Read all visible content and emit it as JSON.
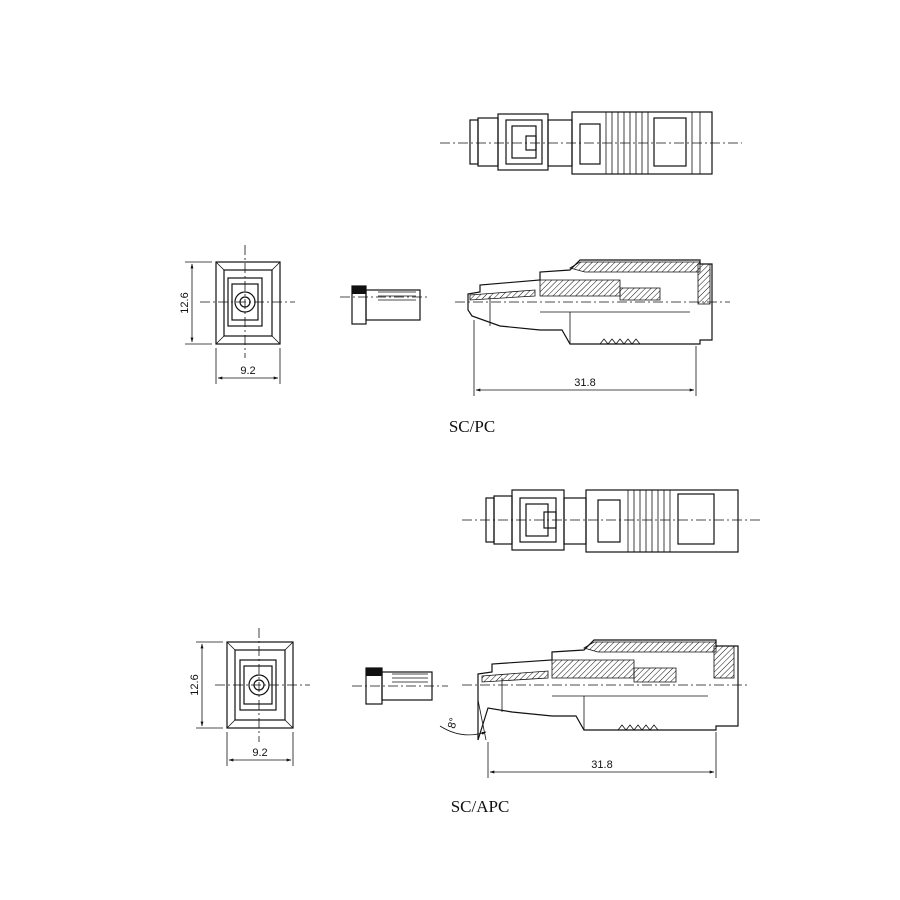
{
  "sections": [
    {
      "caption": "SC/PC",
      "dimensions": {
        "height": "12.6",
        "width": "9.2",
        "length": "31.8"
      }
    },
    {
      "caption": "SC/APC",
      "dimensions": {
        "height": "12.6",
        "width": "9.2",
        "length": "31.8",
        "angle": "8°"
      }
    }
  ]
}
